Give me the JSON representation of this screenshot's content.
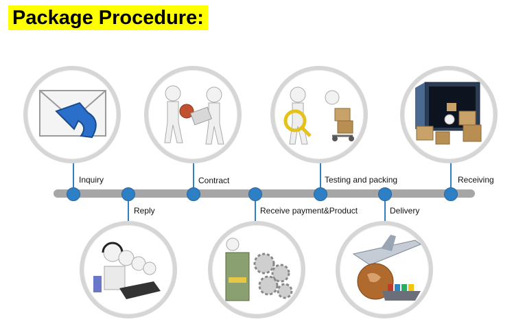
{
  "title": "Package Procedure:",
  "colors": {
    "title_highlight": "#ffff00",
    "dot": "#2f7fc4",
    "timeline": "#a6a6a6"
  },
  "steps": [
    {
      "label": "Inquiry",
      "icon": "envelope-arrow-icon"
    },
    {
      "label": "Reply",
      "icon": "call-center-operators-icon"
    },
    {
      "label": "Contract",
      "icon": "contract-signing-icon"
    },
    {
      "label": "Receive payment&Product",
      "icon": "money-gears-icon"
    },
    {
      "label": "Testing and packing",
      "icon": "inspection-packing-icon"
    },
    {
      "label": "Delivery",
      "icon": "plane-ship-globe-icon"
    },
    {
      "label": "Receiving",
      "icon": "container-boxes-icon"
    }
  ]
}
